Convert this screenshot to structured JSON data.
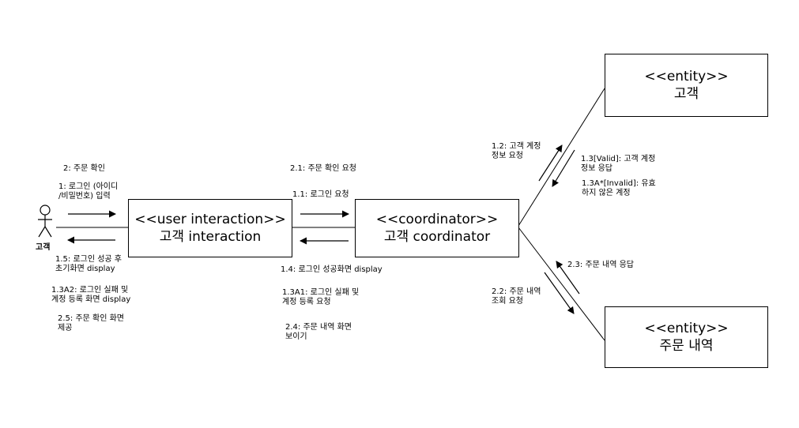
{
  "actor": {
    "label": "고객"
  },
  "boxes": {
    "user_interaction": {
      "stereotype": "<<user interaction>>",
      "name": "고객 interaction"
    },
    "coordinator": {
      "stereotype": "<<coordinator>>",
      "name": "고객 coordinator"
    },
    "entity_customer": {
      "stereotype": "<<entity>>",
      "name": "고객"
    },
    "entity_order": {
      "stereotype": "<<entity>>",
      "name": "주문 내역"
    }
  },
  "messages": {
    "m2": "2: 주문 확인",
    "m1": "1: 로그인 (아이디\n/비밀번호) 입력",
    "m1_5": "1.5: 로그인 성공 후\n초기화면 display",
    "m1_3a2": "1.3A2: 로그인 실패 및\n계정 등록 화면 display",
    "m2_5": "2.5: 주문 확인 화면\n제공",
    "m2_1": "2.1: 주문 확인 요청",
    "m1_1": "1.1: 로그인 요청",
    "m1_4": "1.4: 로그인 성공화면 display",
    "m1_3a1": "1.3A1: 로그인 실패 및\n계정 등록 요청",
    "m2_4": "2.4: 주문 내역 화면\n보이기",
    "m1_2": "1.2: 고객 계정\n정보 요청",
    "m1_3": "1.3[Valid]: 고객 계정\n정보 응답",
    "m1_3a": "1.3A*[Invalid]: 유효\n하지 않은 계정",
    "m2_3": "2.3: 주문 내역 응답",
    "m2_2": "2.2: 주문 내역\n조회 요청"
  }
}
